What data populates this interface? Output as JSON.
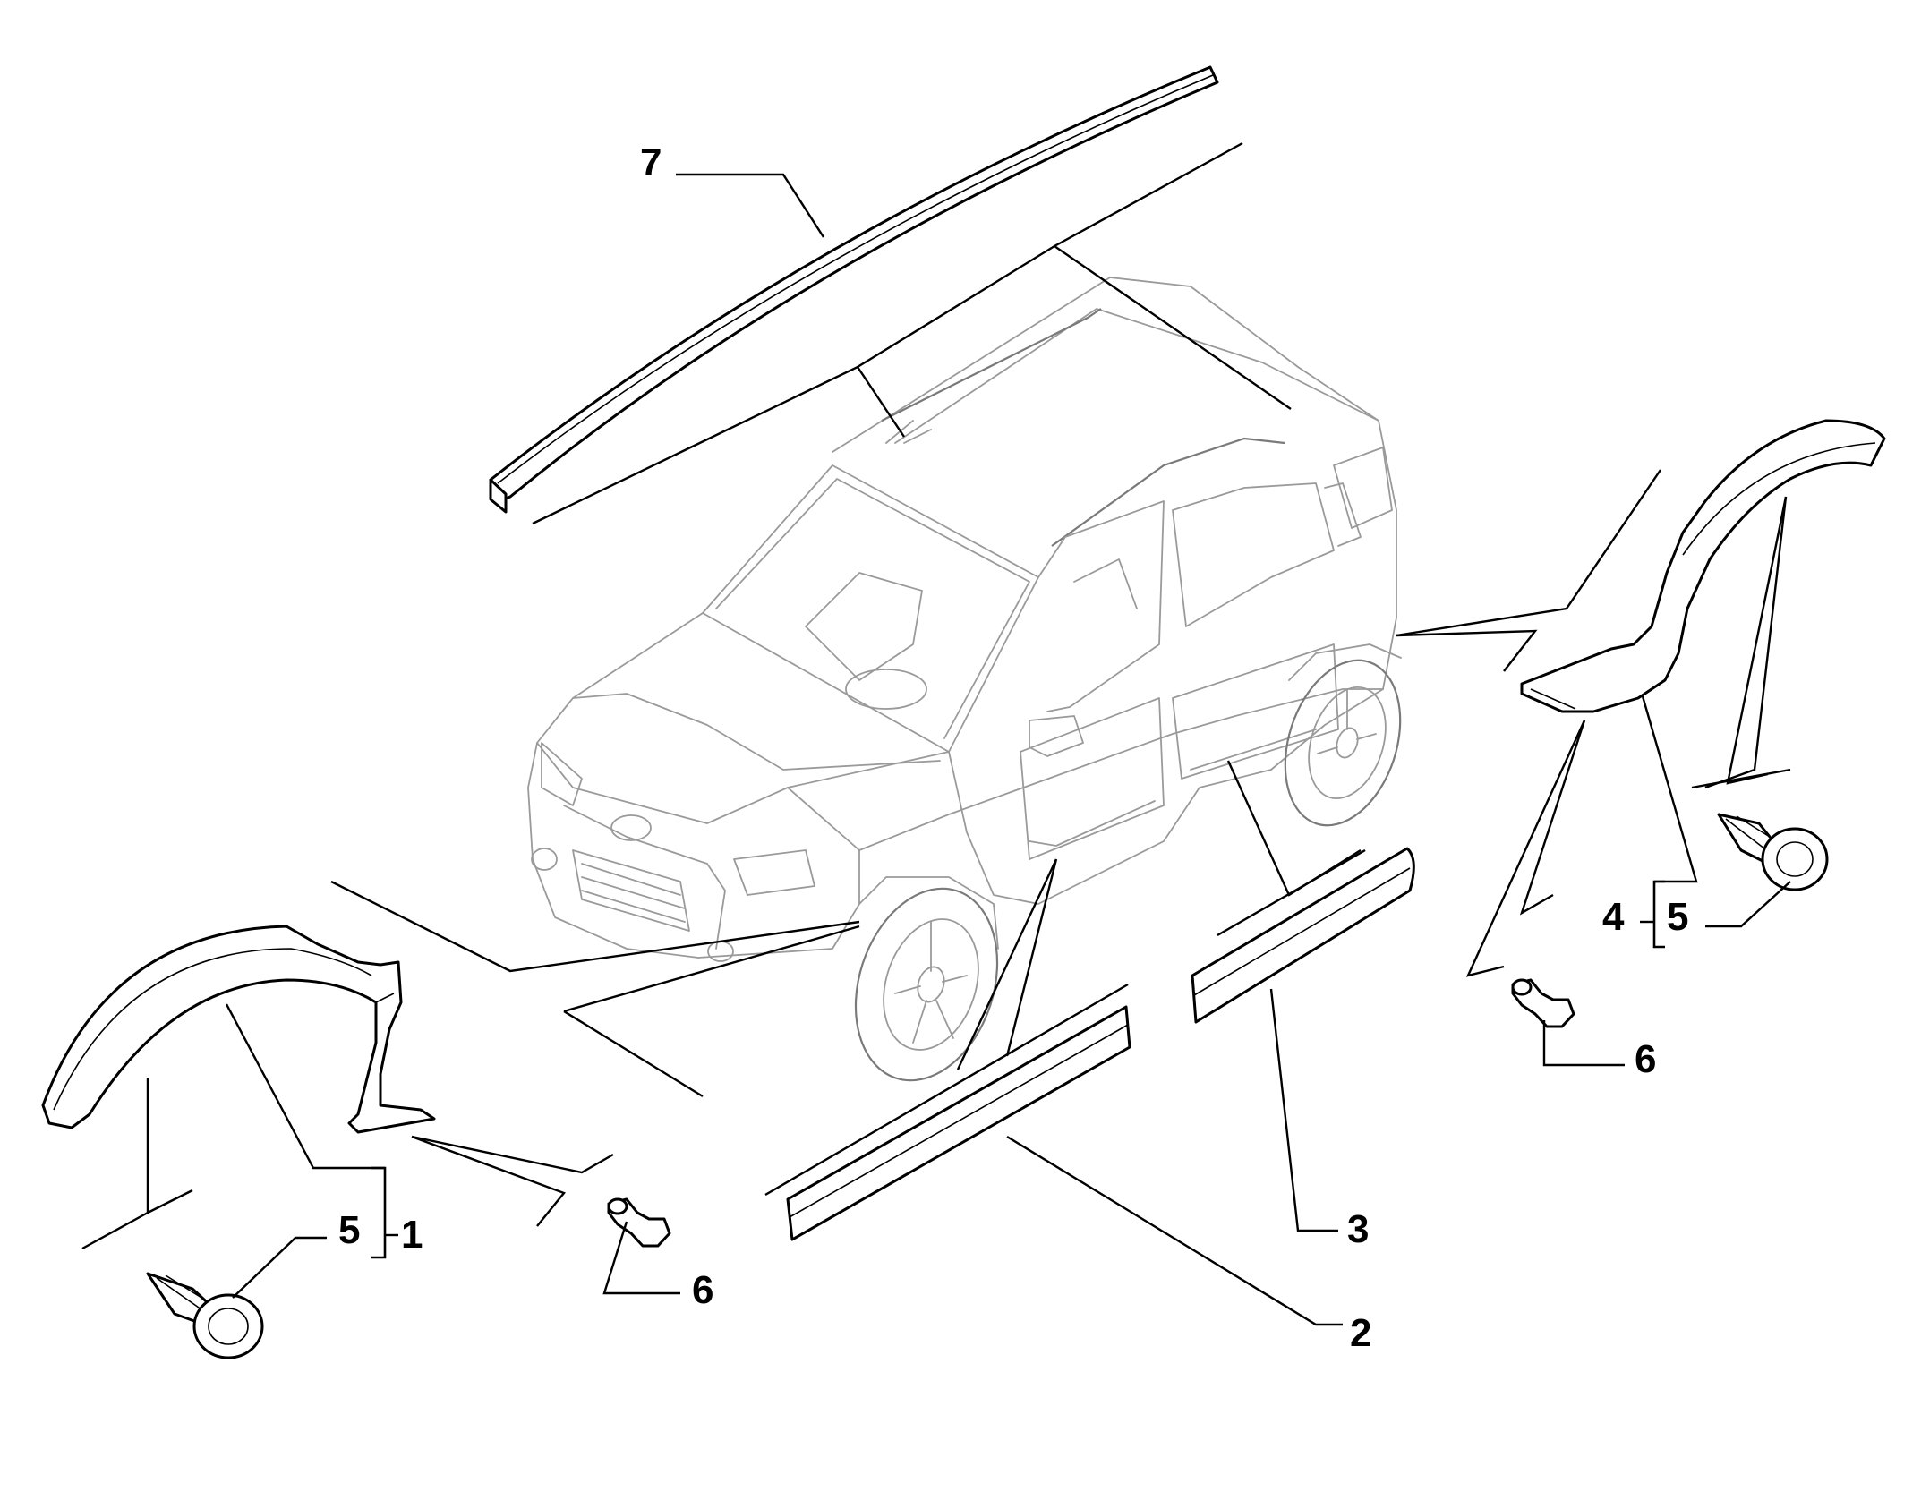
{
  "diagram": {
    "callouts": [
      {
        "id": "7",
        "label": "7"
      },
      {
        "id": "1",
        "label": "1"
      },
      {
        "id": "5-front",
        "label": "5"
      },
      {
        "id": "6-front",
        "label": "6"
      },
      {
        "id": "2",
        "label": "2"
      },
      {
        "id": "3",
        "label": "3"
      },
      {
        "id": "4",
        "label": "4"
      },
      {
        "id": "5-rear",
        "label": "5"
      },
      {
        "id": "6-rear",
        "label": "6"
      }
    ],
    "parts": [
      {
        "callout": "7",
        "name": "roof-moulding"
      },
      {
        "callout": "1",
        "name": "front-wheel-arch-trim"
      },
      {
        "callout": "2",
        "name": "front-door-side-moulding"
      },
      {
        "callout": "3",
        "name": "rear-door-side-moulding"
      },
      {
        "callout": "4",
        "name": "rear-wheel-arch-trim"
      },
      {
        "callout": "5",
        "name": "push-in-clip"
      },
      {
        "callout": "6",
        "name": "fastener-screw"
      }
    ]
  }
}
